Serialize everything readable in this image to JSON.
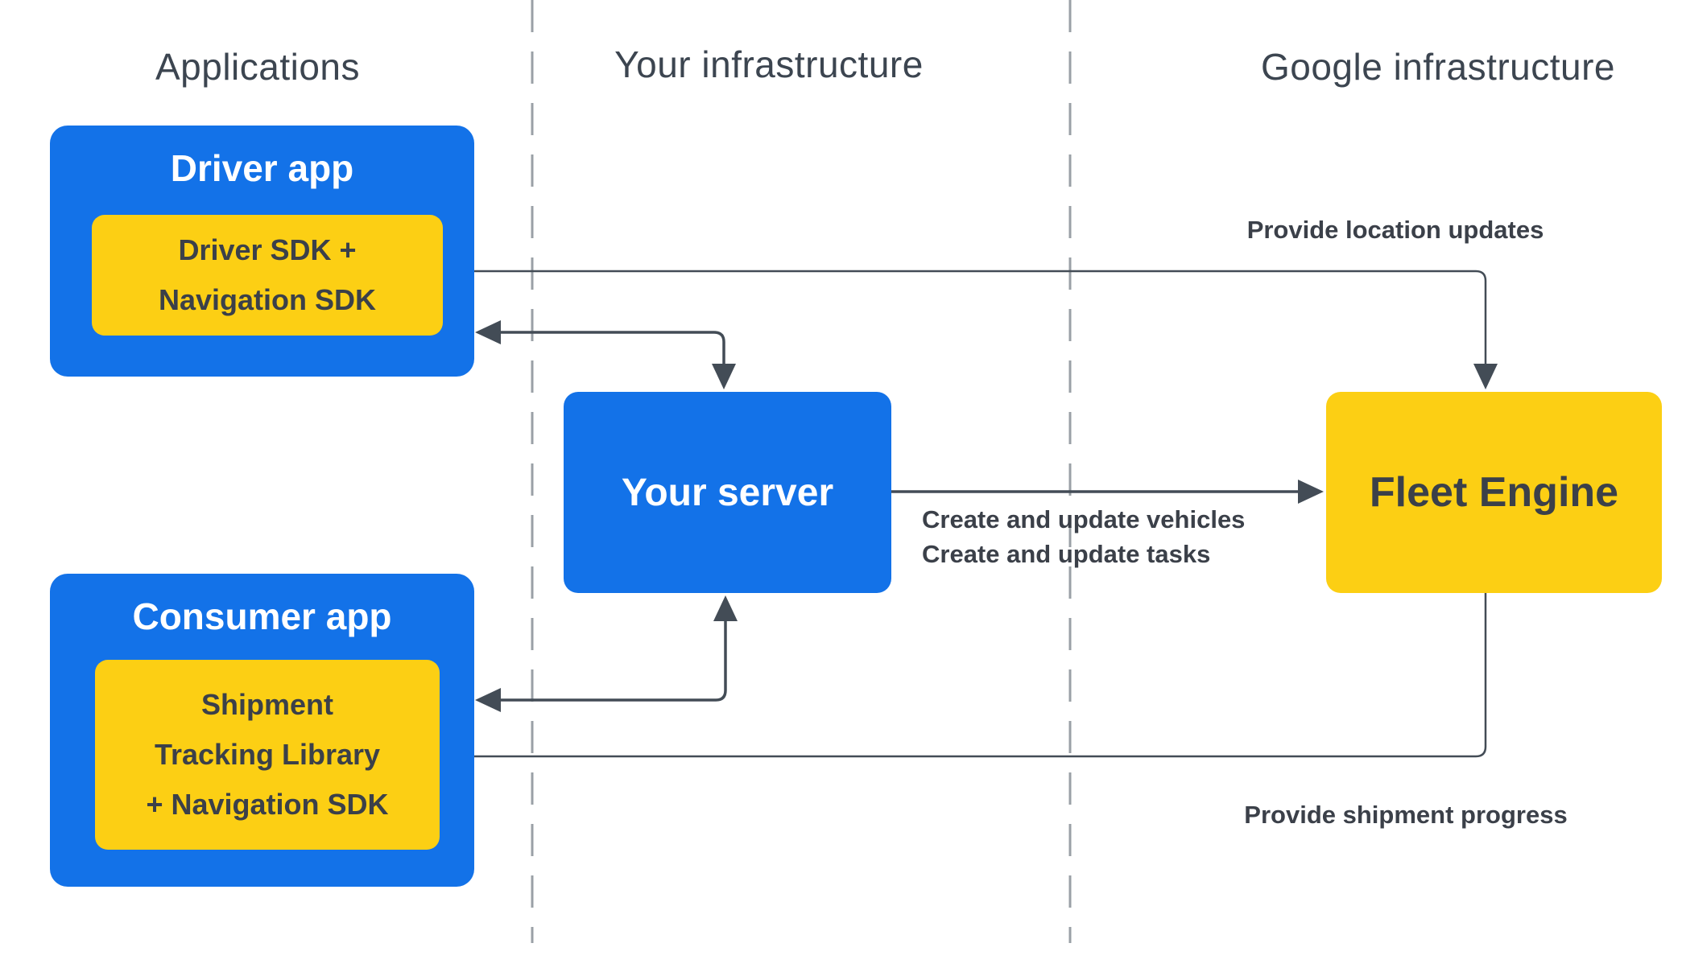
{
  "columns": [
    {
      "label": "Applications"
    },
    {
      "label": "Your infrastructure"
    },
    {
      "label": "Google infrastructure"
    }
  ],
  "nodes": {
    "driver_app": {
      "title": "Driver app"
    },
    "driver_sdk": {
      "lines": [
        "Driver SDK +",
        "Navigation SDK"
      ]
    },
    "consumer_app": {
      "title": "Consumer app"
    },
    "shipment_lib": {
      "lines": [
        "Shipment",
        "Tracking Library",
        "+ Navigation SDK"
      ]
    },
    "your_server": {
      "title": "Your server"
    },
    "fleet_engine": {
      "title": "Fleet Engine"
    }
  },
  "edges": {
    "location_updates": {
      "label": "Provide location updates"
    },
    "create_vehicles": {
      "label": "Create and update vehicles"
    },
    "create_tasks": {
      "label": "Create and update tasks"
    },
    "shipment_progress": {
      "label": "Provide shipment progress"
    }
  },
  "colors": {
    "blue": "#1372E8",
    "yellow": "#FCCF14",
    "ink": "#3B4049",
    "heading": "#3C4550",
    "line": "#434C56",
    "dash": "#9AA0A6",
    "white_text": "#FFFFFF",
    "bg": "#FFFFFF"
  }
}
